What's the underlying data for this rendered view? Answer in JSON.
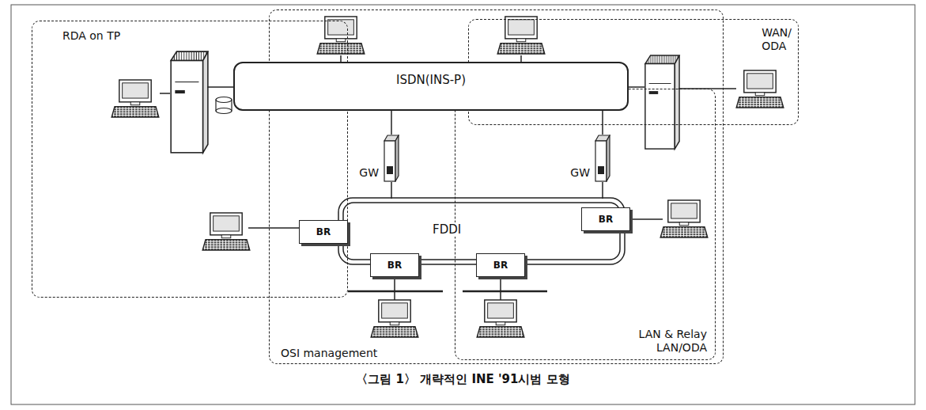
{
  "diagram": {
    "caption": "〈그림 1〉 개략적인 INE '91시범 모형",
    "nodes": [
      {
        "text": [
          "RDA on TP"
        ]
      },
      {
        "text": [
          "WAN/ ODA"
        ]
      },
      {
        "text": [
          "ISDN(INS-P)"
        ]
      },
      {
        "text": [
          "GW"
        ]
      },
      {
        "text": [
          "GW"
        ]
      },
      {
        "text": [
          "BR"
        ]
      },
      {
        "text": [
          "BR"
        ]
      },
      {
        "text": [
          "BR"
        ]
      },
      {
        "text": [
          "BR"
        ]
      },
      {
        "text": [
          "LAN & Relay LAN/ODA"
        ]
      },
      {
        "text": [
          "OSI management"
        ]
      }
    ],
    "edges": [
      {
        "from": 2,
        "to": 3,
        "arrow": "none"
      },
      {
        "from": 2,
        "to": 4,
        "arrow": "none"
      }
    ],
    "labels": [
      "FDDI"
    ]
  }
}
